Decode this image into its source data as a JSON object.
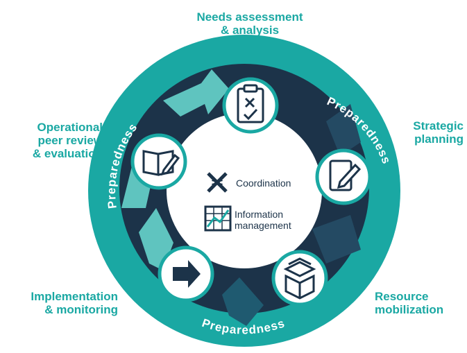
{
  "colors": {
    "ring_outer": "#1aa8a3",
    "ring_mid": "#1f3a52",
    "arrow_light": "#5fc4bf",
    "arrow_dark": "#1c3349",
    "label_teal": "#1aa8a3",
    "center": "#ffffff"
  },
  "stages": {
    "needs": {
      "line1": "Needs assessment",
      "line2": "& analysis",
      "icon": "clipboard-checklist-icon"
    },
    "strategic": {
      "line1": "Strategic",
      "line2": "planning",
      "icon": "pencil-document-icon"
    },
    "resource": {
      "line1": "Resource",
      "line2": "mobilization",
      "icon": "package-box-icon"
    },
    "implementation": {
      "line1": "Implementation",
      "line2": "& monitoring",
      "icon": "right-arrow-icon"
    },
    "operational": {
      "line1": "Operational",
      "line2": "peer review",
      "line3": "& evaluation",
      "icon": "book-pencil-icon"
    }
  },
  "ring_text": {
    "top_right": "Preparedness",
    "bottom": "Preparedness",
    "left": "Preparedness"
  },
  "center": {
    "coordination": "Coordination",
    "info_line1": "Information",
    "info_line2": "management",
    "coordination_icon": "arrows-converge-icon",
    "info_icon": "line-chart-icon"
  }
}
